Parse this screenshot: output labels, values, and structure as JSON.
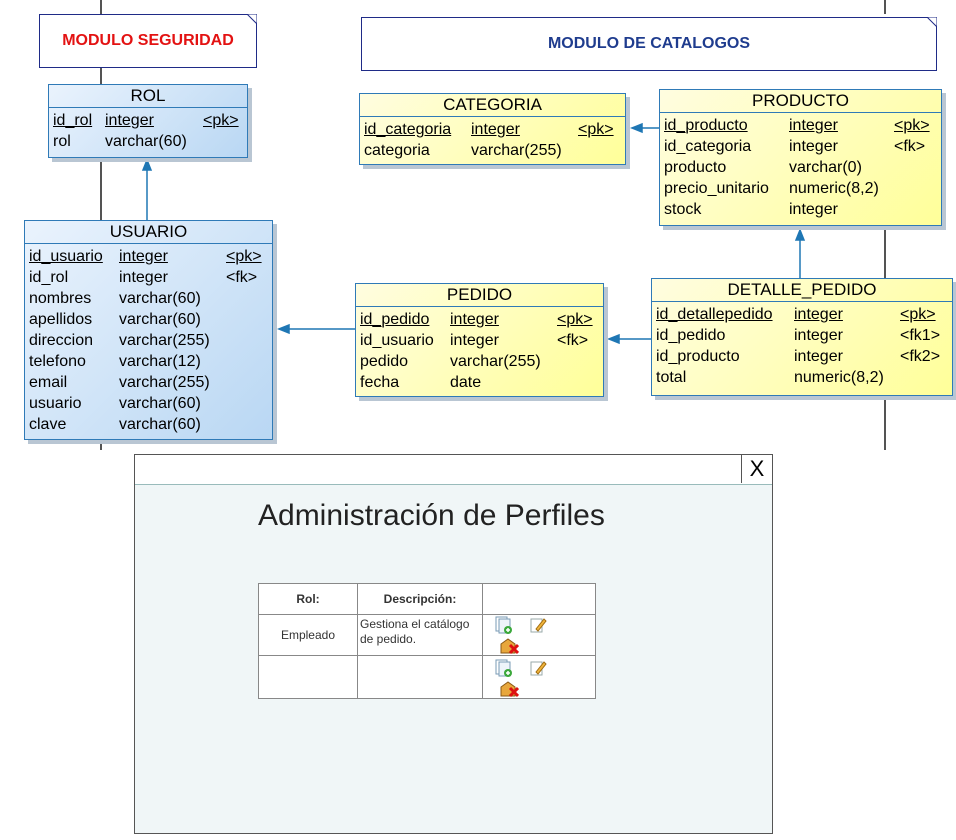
{
  "modules": {
    "security": "MODULO SEGURIDAD",
    "catalogs": "MODULO DE CATALOGOS"
  },
  "colors": {
    "security_title": "#e31212",
    "catalogs_title": "#1f3c8e",
    "connector": "#1f77b4"
  },
  "entities": {
    "rol": {
      "name": "ROL",
      "columns": [
        {
          "name": "id_rol",
          "type": "integer",
          "key": "<pk>"
        },
        {
          "name": "rol",
          "type": "varchar(60)",
          "key": ""
        }
      ]
    },
    "usuario": {
      "name": "USUARIO",
      "columns": [
        {
          "name": "id_usuario",
          "type": "integer",
          "key": "<pk>"
        },
        {
          "name": "id_rol",
          "type": "integer",
          "key": "<fk>"
        },
        {
          "name": "nombres",
          "type": "varchar(60)",
          "key": ""
        },
        {
          "name": "apellidos",
          "type": "varchar(60)",
          "key": ""
        },
        {
          "name": "direccion",
          "type": "varchar(255)",
          "key": ""
        },
        {
          "name": "telefono",
          "type": "varchar(12)",
          "key": ""
        },
        {
          "name": "email",
          "type": "varchar(255)",
          "key": ""
        },
        {
          "name": "usuario",
          "type": "varchar(60)",
          "key": ""
        },
        {
          "name": "clave",
          "type": "varchar(60)",
          "key": ""
        }
      ]
    },
    "categoria": {
      "name": "CATEGORIA",
      "columns": [
        {
          "name": "id_categoria",
          "type": "integer",
          "key": "<pk>"
        },
        {
          "name": "categoria",
          "type": "varchar(255)",
          "key": ""
        }
      ]
    },
    "producto": {
      "name": "PRODUCTO",
      "columns": [
        {
          "name": "id_producto",
          "type": "integer",
          "key": "<pk>"
        },
        {
          "name": "id_categoria",
          "type": "integer",
          "key": "<fk>"
        },
        {
          "name": "producto",
          "type": "varchar(0)",
          "key": ""
        },
        {
          "name": "precio_unitario",
          "type": "numeric(8,2)",
          "key": ""
        },
        {
          "name": "stock",
          "type": "integer",
          "key": ""
        }
      ]
    },
    "pedido": {
      "name": "PEDIDO",
      "columns": [
        {
          "name": "id_pedido",
          "type": "integer",
          "key": "<pk>"
        },
        {
          "name": "id_usuario",
          "type": "integer",
          "key": "<fk>"
        },
        {
          "name": "pedido",
          "type": "varchar(255)",
          "key": ""
        },
        {
          "name": "fecha",
          "type": "date",
          "key": ""
        }
      ]
    },
    "detalle_pedido": {
      "name": "DETALLE_PEDIDO",
      "columns": [
        {
          "name": "id_detallepedido",
          "type": "integer",
          "key": "<pk>"
        },
        {
          "name": "id_pedido",
          "type": "integer",
          "key": "<fk1>"
        },
        {
          "name": "id_producto",
          "type": "integer",
          "key": "<fk2>"
        },
        {
          "name": "total",
          "type": "numeric(8,2)",
          "key": ""
        }
      ]
    }
  },
  "dialog": {
    "close_label": "X",
    "title": "Administración de Perfiles",
    "table": {
      "headers": [
        "Rol:",
        "Descripción:",
        ""
      ],
      "rows": [
        {
          "rol": "Empleado",
          "descripcion": "Gestiona el catálogo de pedido.",
          "actions": [
            "add-document-icon",
            "edit-pencil-icon",
            "delete-icon"
          ]
        },
        {
          "rol": "",
          "descripcion": "",
          "actions": [
            "add-document-icon",
            "edit-pencil-icon",
            "delete-icon"
          ]
        }
      ]
    }
  }
}
